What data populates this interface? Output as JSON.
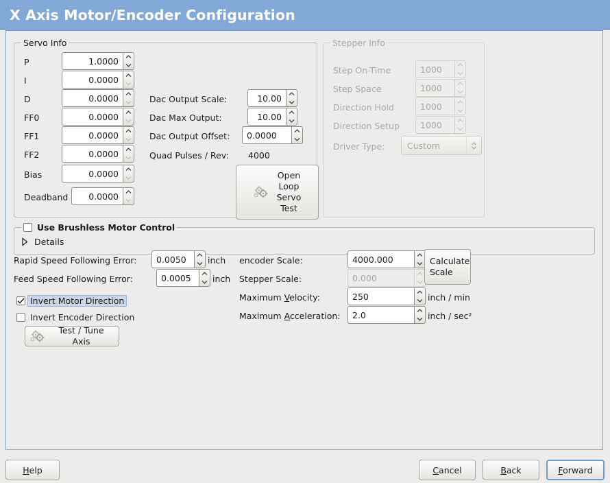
{
  "window": {
    "title": "X Axis Motor/Encoder Configuration",
    "header_color": "#81a8d6",
    "panel_border_color": "#7d9fc6",
    "background_color": "#edecea"
  },
  "servo_info": {
    "legend": "Servo Info",
    "rows": [
      {
        "label": "P",
        "value": "1.0000"
      },
      {
        "label": "I",
        "value": "0.0000"
      },
      {
        "label": "D",
        "value": "0.0000"
      },
      {
        "label": "FF0",
        "value": "0.0000"
      },
      {
        "label": "FF1",
        "value": "0.0000"
      },
      {
        "label": "FF2",
        "value": "0.0000"
      },
      {
        "label": "Bias",
        "value": "0.0000"
      },
      {
        "label": "Deadband",
        "value": "0.0000"
      }
    ],
    "dac_output_scale": {
      "label": "Dac Output Scale:",
      "value": "10.00"
    },
    "dac_max_output": {
      "label": "Dac Max Output:",
      "value": "10.00"
    },
    "dac_output_offset": {
      "label": "Dac Output Offset:",
      "value": "0.0000"
    },
    "quad_pulses": {
      "label": "Quad Pulses / Rev:",
      "value": "4000"
    },
    "open_loop_button": {
      "label": "Open\nLoop\nServo\nTest",
      "icon": "gears-icon"
    }
  },
  "stepper_info": {
    "legend": "Stepper Info",
    "enabled": false,
    "rows": [
      {
        "label": "Step On-Time",
        "value": "1000"
      },
      {
        "label": "Step Space",
        "value": "1000"
      },
      {
        "label": "Direction Hold",
        "value": "1000"
      },
      {
        "label": "Direction Setup",
        "value": "1000"
      }
    ],
    "driver_type": {
      "label": "Driver Type:",
      "value": "Custom"
    }
  },
  "brushless": {
    "legend": "Use Brushless Motor Control",
    "checked": false,
    "details_label": "Details",
    "details_expanded": false
  },
  "errors": {
    "rapid": {
      "label": "Rapid Speed Following Error:",
      "value": "0.0050",
      "unit": "inch"
    },
    "feed": {
      "label": "Feed Speed Following Error:",
      "value": "0.0005",
      "unit": "inch"
    }
  },
  "invert": {
    "motor": {
      "label": "Invert Motor Direction",
      "checked": true,
      "focused": true
    },
    "encoder": {
      "label": "Invert Encoder Direction",
      "checked": false,
      "focused": false
    }
  },
  "test_tune_button": {
    "label": "Test / Tune Axis",
    "icon": "gears-icon"
  },
  "scales": {
    "encoder_scale": {
      "label": "encoder Scale:",
      "value": "4000.000",
      "enabled": true
    },
    "stepper_scale": {
      "label": "Stepper Scale:",
      "value": "0.000",
      "enabled": false
    },
    "max_velocity": {
      "label_pre": "Maximum ",
      "label_mn": "V",
      "label_post": "elocity:",
      "value": "250",
      "unit": "inch / min"
    },
    "max_accel": {
      "label_pre": "Maximum ",
      "label_mn": "A",
      "label_post": "cceleration:",
      "value": "2.0",
      "unit": "inch / sec²"
    },
    "calculate_button": {
      "line1": "Calculate",
      "line2": "Scale"
    }
  },
  "actions": {
    "help": {
      "mn": "H",
      "rest": "elp"
    },
    "cancel": {
      "mn": "C",
      "rest": "ancel"
    },
    "back": {
      "mn": "B",
      "rest": "ack"
    },
    "forward": {
      "mn": "F",
      "rest": "orward",
      "is_default": true
    }
  }
}
